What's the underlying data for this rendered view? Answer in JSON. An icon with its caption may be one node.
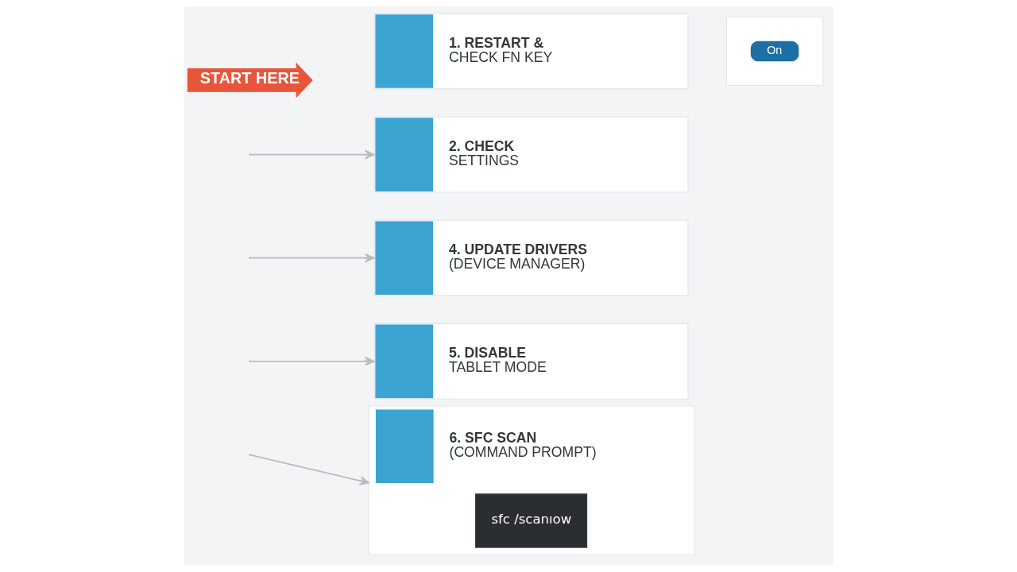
{
  "diagram": {
    "nodes": [
      {
        "text": [
          "START HERE"
        ]
      },
      {
        "text": [
          "1. RESTART &",
          "CHECK FN KEY"
        ]
      },
      {
        "text": [],
        "shape": "box"
      },
      {
        "text": [
          "On"
        ],
        "in": 2
      },
      {
        "text": [
          "2. CHECK",
          "SETTINGS"
        ]
      },
      {
        "text": [
          "4. UPDATE DRIVERS",
          "(DEVICE MANAGER)"
        ]
      },
      {
        "text": [
          "5. DISABLE",
          "TABLET MODE"
        ]
      },
      {
        "text": [
          "6. SFC SCAN",
          "(COMMAND PROMPT)"
        ]
      },
      {
        "text": [
          "sfc /scanıow"
        ],
        "in": 7
      }
    ],
    "edges": [
      {
        "from": null,
        "to": 4,
        "arrow": "to"
      },
      {
        "from": null,
        "to": 5,
        "arrow": "to"
      },
      {
        "from": null,
        "to": 6,
        "arrow": "to"
      },
      {
        "from": null,
        "to": 7,
        "arrow": "to"
      }
    ]
  }
}
